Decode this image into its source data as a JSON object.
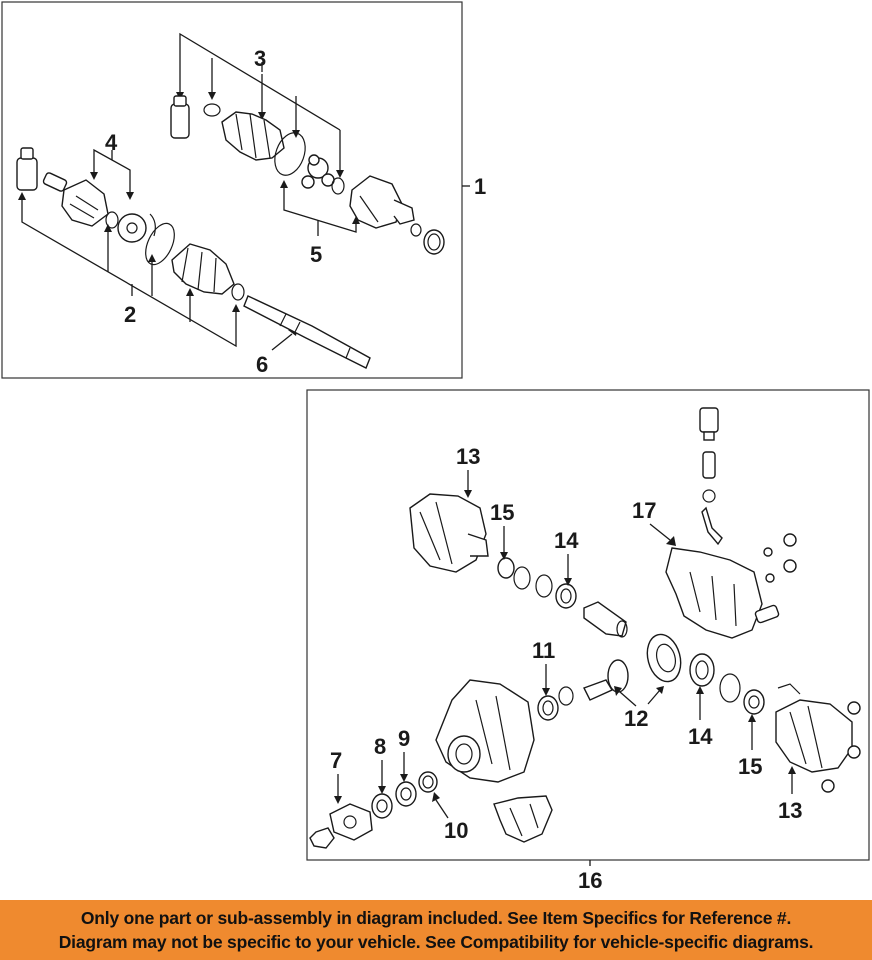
{
  "colors": {
    "banner_background": "#ef8a2f",
    "banner_text": "#111111",
    "line_art": "#1a1a1a"
  },
  "callouts": {
    "c1": "1",
    "c2": "2",
    "c3": "3",
    "c4": "4",
    "c5": "5",
    "c6": "6",
    "c7": "7",
    "c8": "8",
    "c9": "9",
    "c10": "10",
    "c11": "11",
    "c12": "12",
    "c13a": "13",
    "c13b": "13",
    "c14a": "14",
    "c14b": "14",
    "c15a": "15",
    "c15b": "15",
    "c16": "16",
    "c17": "17"
  },
  "disclaimer": {
    "line1": "Only one part or sub-assembly in diagram included. See Item Specifics for Reference #.",
    "line2": "Diagram may not be specific to your vehicle. See Compatibility for vehicle-specific diagrams."
  }
}
